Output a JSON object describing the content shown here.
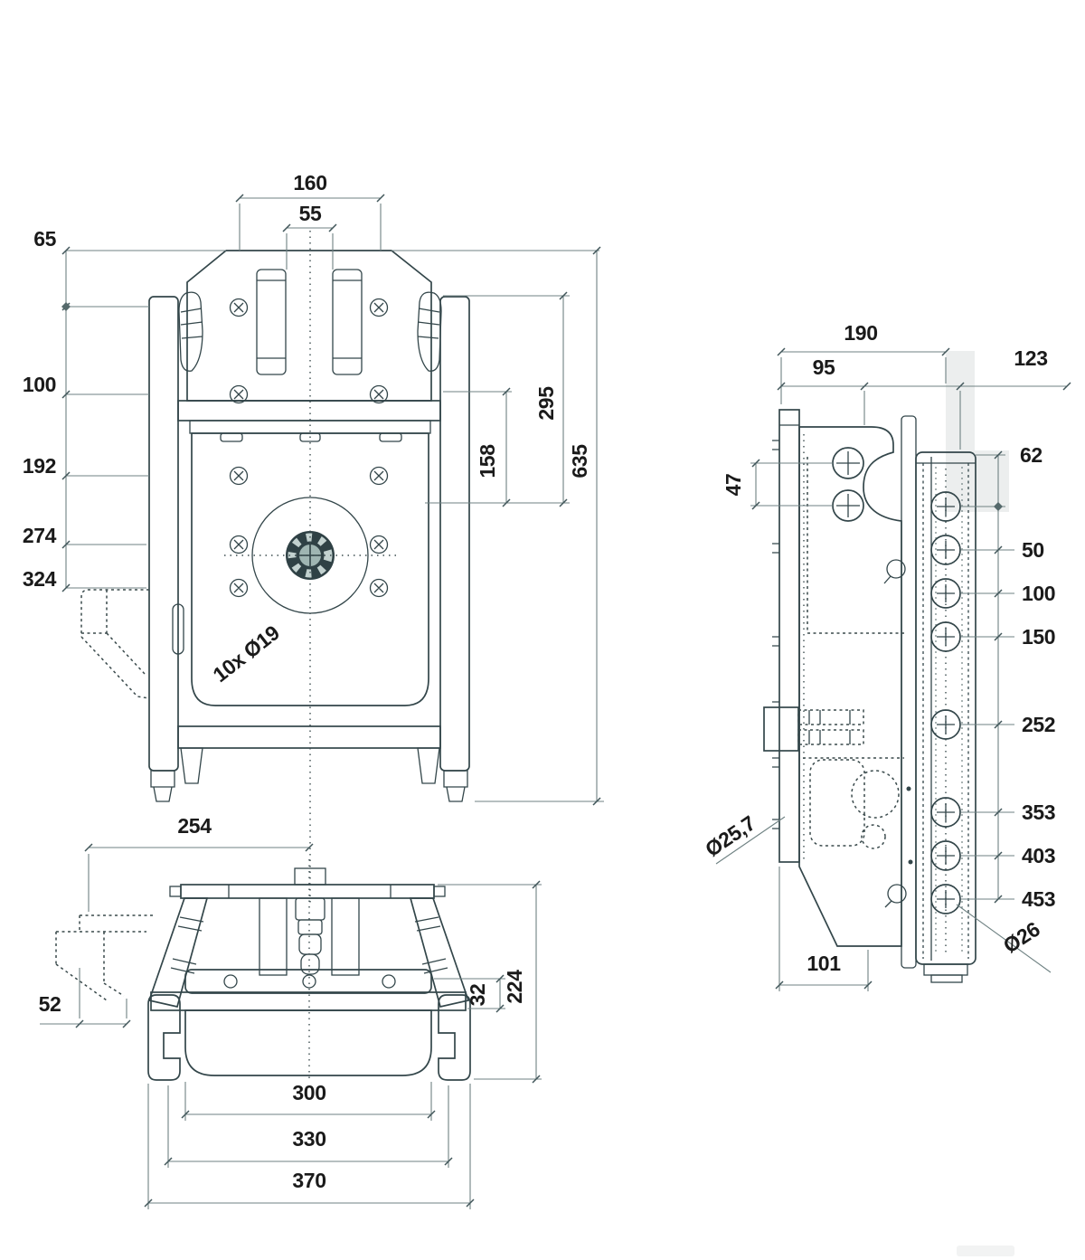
{
  "drawing": {
    "front_view": {
      "width_outer": "160",
      "width_inner": "55",
      "left": [
        "65",
        "100",
        "192",
        "274",
        "324"
      ],
      "height_upper": "295",
      "height_inner": "158",
      "height_total": "635",
      "hole_callout": "10x Ø19"
    },
    "bottom_view": {
      "width_top": "254",
      "offset_left": "52",
      "bar_thickness": "32",
      "height_total": "224",
      "widths": [
        "300",
        "330",
        "370"
      ]
    },
    "side_view": {
      "width_total": "190",
      "width_left": "95",
      "width_right": "123",
      "hole_pair": "47",
      "rail_top_offset": "62",
      "hole_positions": [
        "50",
        "100",
        "150",
        "252",
        "353",
        "403",
        "453"
      ],
      "width_bottom": "101",
      "bore_small": "Ø25,7",
      "bore_large": "Ø26"
    },
    "colors": {
      "body": "#8FA9A6",
      "body_dark": "#7E9A97",
      "body_darker": "#6E8B89",
      "outline": "#33464A",
      "dim_line": "#6F8283",
      "text": "#1A1A1A",
      "background": "#FFFFFF",
      "watermark": "#ECEEEE"
    }
  }
}
